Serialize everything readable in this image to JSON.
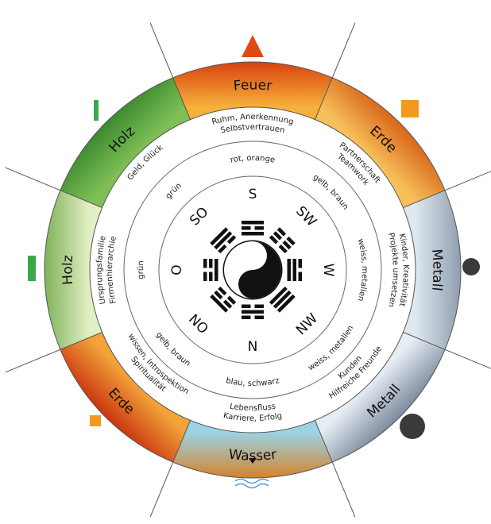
{
  "diagram": {
    "center_symbol": "yin-yang-icon",
    "sectors": [
      {
        "key": "S",
        "angle": 0,
        "direction": "S",
        "element": "Feuer",
        "element_color": "#e04a12",
        "fill": [
          "#f6b13b",
          "#d9410f"
        ],
        "color_text": "rot, orange",
        "lines": [
          "Ruhm, Anerkennung",
          "Selbstvertrauen"
        ],
        "trigram": [
          1,
          0,
          1
        ]
      },
      {
        "key": "SW",
        "angle": 45,
        "direction": "SW",
        "element": "Erde",
        "element_color": "#f39a1e",
        "fill": [
          "#f7c05a",
          "#d8661a"
        ],
        "color_text": "gelb, braun",
        "lines": [
          "Partnerschaft",
          "Teamwork"
        ],
        "trigram": [
          0,
          0,
          0
        ]
      },
      {
        "key": "W",
        "angle": 90,
        "direction": "W",
        "element": "Metall",
        "element_color": "#3a3a3a",
        "fill": [
          "#dfe7ef",
          "#8e9daf"
        ],
        "color_text": "weiss, metallen",
        "lines": [
          "Kinder, Kreativität",
          "Projekte umsetzen"
        ],
        "trigram": [
          0,
          1,
          1
        ]
      },
      {
        "key": "NW",
        "angle": 135,
        "direction": "NW",
        "element": "Metall",
        "element_color": "#3a3a3a",
        "fill": [
          "#e6edf3",
          "#7b8b9e"
        ],
        "color_text": "weiss, metallen",
        "lines": [
          "Hilfreiche Freunde",
          "Kunden"
        ],
        "trigram": [
          1,
          1,
          1
        ]
      },
      {
        "key": "N",
        "angle": 180,
        "direction": "N",
        "element": "Wasser",
        "element_color": "#3d7fcf",
        "fill": [
          "#9bd2e4",
          "#d4832a"
        ],
        "color_text": "blau, schwarz",
        "lines": [
          "Karriere, Erfolg",
          "Lebensfluss"
        ],
        "trigram": [
          0,
          1,
          0
        ]
      },
      {
        "key": "NO",
        "angle": 225,
        "direction": "NO",
        "element": "Erde",
        "element_color": "#f39a1e",
        "fill": [
          "#f3a33a",
          "#c9350f"
        ],
        "color_text": "gelb, braun",
        "lines": [
          "Spiritualität",
          "wissen, Introspektion"
        ],
        "trigram": [
          1,
          0,
          0
        ]
      },
      {
        "key": "O",
        "angle": 270,
        "direction": "O",
        "element": "Holz",
        "element_color": "#3aa84a",
        "fill": [
          "#e3efc4",
          "#7fb25a"
        ],
        "color_text": "grün",
        "lines": [
          "Ursprungsfamilie",
          "Firmenhierarchie"
        ],
        "trigram": [
          0,
          0,
          1
        ]
      },
      {
        "key": "SO",
        "angle": 315,
        "direction": "SO",
        "element": "Holz",
        "element_color": "#3aa84a",
        "fill": [
          "#7fbf56",
          "#3c8a2e"
        ],
        "color_text": "grün",
        "lines": [
          "Geld, Glück",
          ""
        ],
        "trigram": [
          1,
          1,
          0
        ]
      }
    ],
    "element_symbols": [
      {
        "name": "fire-triangle-icon",
        "color": "#e04a12"
      },
      {
        "name": "earth-square-icon",
        "color": "#f39a1e"
      },
      {
        "name": "metal-circle-icon",
        "color": "#3a3a3a"
      },
      {
        "name": "water-wave-icon",
        "color": "#5aa0d8"
      },
      {
        "name": "wood-bar-icon",
        "color": "#3aa84a"
      }
    ]
  }
}
